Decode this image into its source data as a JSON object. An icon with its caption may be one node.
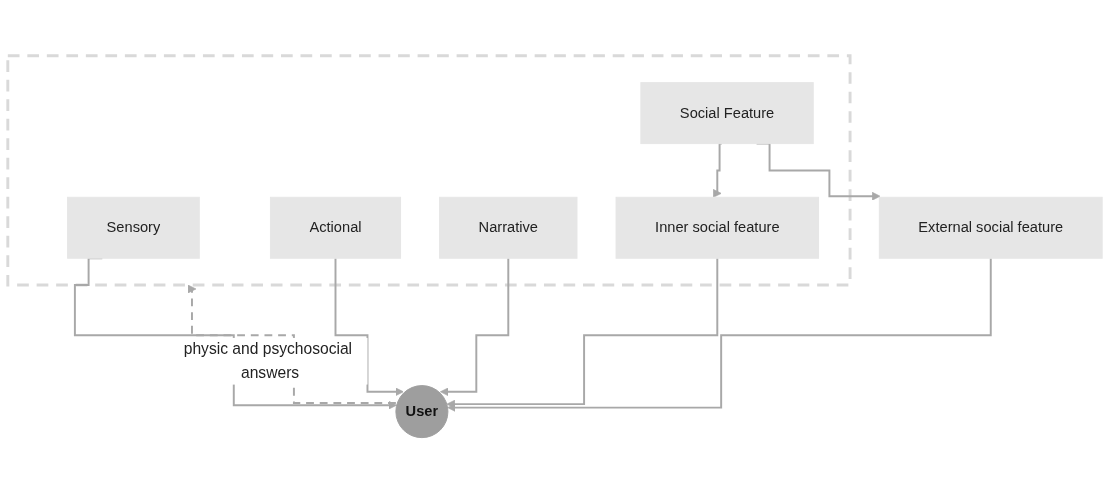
{
  "diagram": {
    "nodes": [
      {
        "text": [],
        "shape": "box"
      },
      {
        "text": [
          "Sensory"
        ],
        "in": 0
      },
      {
        "text": [
          "Actional"
        ],
        "in": 0
      },
      {
        "text": [
          "Narrative"
        ],
        "in": 0
      },
      {
        "text": [
          "Social Feature"
        ],
        "in": 0
      },
      {
        "text": [
          "Inner social feature"
        ],
        "in": 0
      },
      {
        "text": [
          "External social feature"
        ]
      },
      {
        "text": [
          "User"
        ]
      }
    ],
    "edges": [
      {
        "from": 1,
        "to": 7,
        "arrow": "to"
      },
      {
        "from": 2,
        "to": 7,
        "arrow": "to"
      },
      {
        "from": 3,
        "to": 7,
        "arrow": "to"
      },
      {
        "from": 4,
        "to": 5,
        "arrow": "to"
      },
      {
        "from": 4,
        "to": 6,
        "arrow": "to"
      },
      {
        "from": 5,
        "to": 7,
        "arrow": "to"
      },
      {
        "from": 6,
        "to": 7,
        "arrow": "to"
      },
      {
        "from": 7,
        "to": 0,
        "arrow": "to",
        "label": "physic and psychosocial answers",
        "style": "dashed"
      }
    ]
  }
}
